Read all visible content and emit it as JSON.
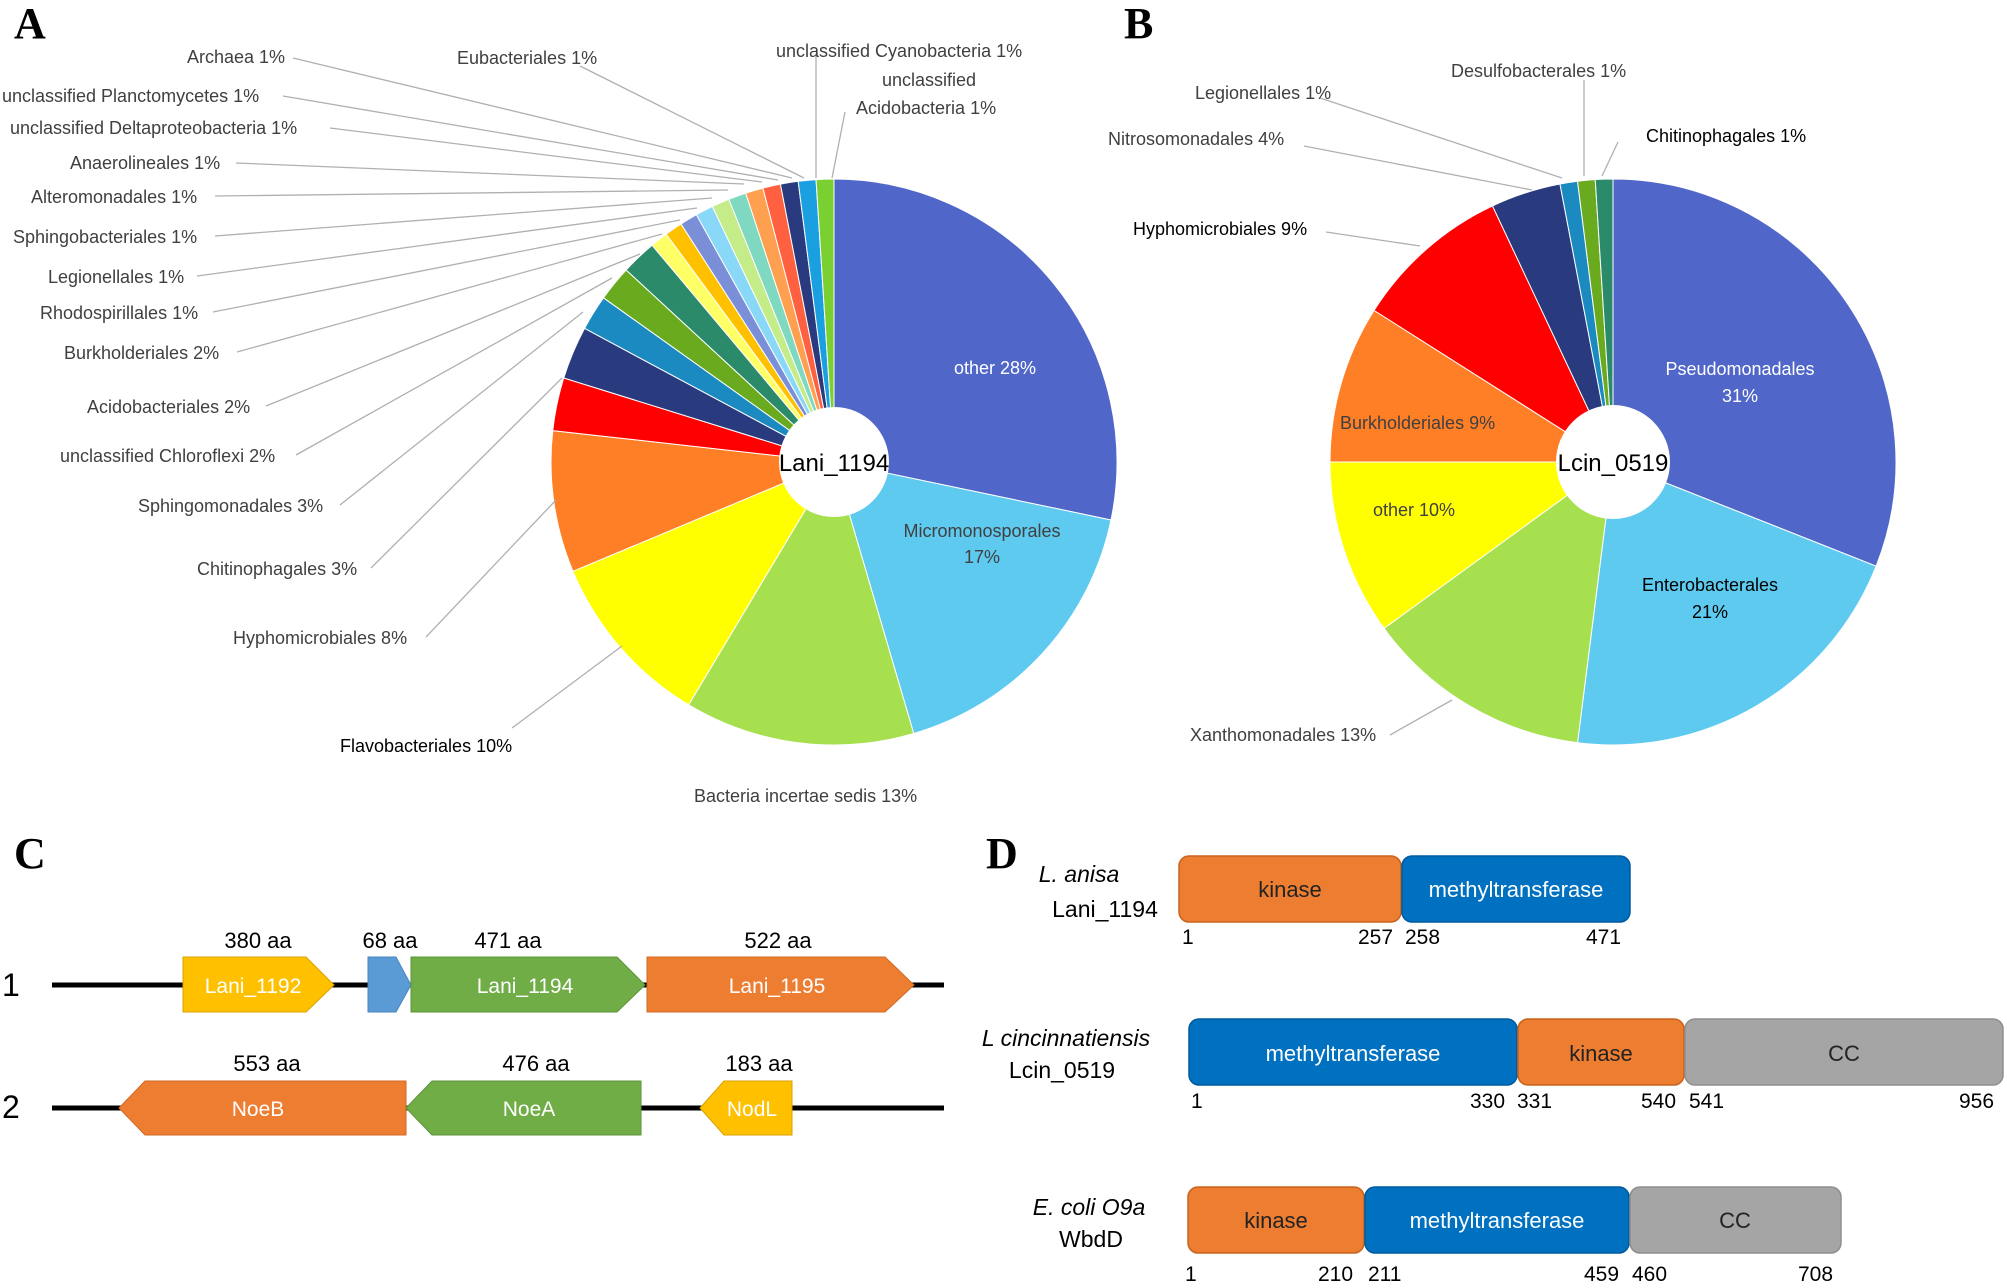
{
  "panels": {
    "a": "A",
    "b": "B",
    "c": "C",
    "d": "D"
  },
  "colors": {
    "other": "#5066C8",
    "micromonosporales": "#5ECAF0",
    "lightgreen": "#A6E04F",
    "yellow": "#FFFF00",
    "orange": "#FF7F27",
    "red": "#FF0000",
    "navy": "#2A3A7E",
    "teal_blue": "#1A8AC0",
    "green": "#6AAA1E",
    "teal": "#2A8A6A",
    "gene_yellow": "#FFC000",
    "gene_blue": "#5B9BD5",
    "gene_green": "#70AD47",
    "gene_orange": "#ED7D31",
    "domain_orange": "#ED7D31",
    "domain_blue": "#0070C0",
    "domain_gray": "#A5A5A5"
  },
  "chart_data": [
    {
      "type": "pie",
      "center_label": "Lani_1194",
      "slices": [
        {
          "label": "other 28%",
          "value": 28,
          "color": "#5066C8"
        },
        {
          "label": "Micromonosporales 17%",
          "value": 17,
          "color": "#5ECAF0"
        },
        {
          "label": "Bacteria incertae sedis 13%",
          "value": 13,
          "color": "#A6E04F"
        },
        {
          "label": "Flavobacteriales 10%",
          "value": 10,
          "color": "#FFFF00"
        },
        {
          "label": "Hyphomicrobiales 8%",
          "value": 8,
          "color": "#FF7F27"
        },
        {
          "label": "Chitinophagales 3%",
          "value": 3,
          "color": "#FF0000"
        },
        {
          "label": "Sphingomonadales 3%",
          "value": 3,
          "color": "#2A3A7E"
        },
        {
          "label": "unclassified Chloroflexi 2%",
          "value": 2,
          "color": "#1A8AC0"
        },
        {
          "label": "Acidobacteriales 2%",
          "value": 2,
          "color": "#6AAA1E"
        },
        {
          "label": "Burkholderiales 2%",
          "value": 2,
          "color": "#2A8A6A"
        },
        {
          "label": "Rhodospirillales 1%",
          "value": 1,
          "color": "#FFFF66"
        },
        {
          "label": "Legionellales 1%",
          "value": 1,
          "color": "#FFC000"
        },
        {
          "label": "Sphingobacteriales 1%",
          "value": 1,
          "color": "#7B8FD8"
        },
        {
          "label": "Alteromonadales 1%",
          "value": 1,
          "color": "#8AD8F8"
        },
        {
          "label": "Anaerolineales 1%",
          "value": 1,
          "color": "#C4EC88"
        },
        {
          "label": "unclassified Deltaproteobacteria 1%",
          "value": 1,
          "color": "#7FD8C0"
        },
        {
          "label": "unclassified Planctomycetes 1%",
          "value": 1,
          "color": "#FFA050"
        },
        {
          "label": "Archaea 1%",
          "value": 1,
          "color": "#FF6040"
        },
        {
          "label": "Eubacteriales 1%",
          "value": 1,
          "color": "#2A3A7E"
        },
        {
          "label": "unclassified Cyanobacteria 1%",
          "value": 1,
          "color": "#1AA0E0"
        },
        {
          "label": "unclassified Acidobacteria 1%",
          "value": 1,
          "color": "#7AD030"
        }
      ]
    },
    {
      "type": "pie",
      "center_label": "Lcin_0519",
      "slices": [
        {
          "label": "Pseudomonadales 31%",
          "value": 31,
          "color": "#5066C8"
        },
        {
          "label": "Enterobacterales 21%",
          "value": 21,
          "color": "#5ECAF0"
        },
        {
          "label": "Xanthomonadales 13%",
          "value": 13,
          "color": "#A6E04F"
        },
        {
          "label": "other 10%",
          "value": 10,
          "color": "#FFFF00"
        },
        {
          "label": "Burkholderiales 9%",
          "value": 9,
          "color": "#FF7F27"
        },
        {
          "label": "Hyphomicrobiales 9%",
          "value": 9,
          "color": "#FF0000"
        },
        {
          "label": "Nitrosomonadales 4%",
          "value": 4,
          "color": "#2A3A7E"
        },
        {
          "label": "Legionellales 1%",
          "value": 1,
          "color": "#1A8AC0"
        },
        {
          "label": "Desulfobacterales 1%",
          "value": 1,
          "color": "#6AAA1E"
        },
        {
          "label": "Chitinophagales 1%",
          "value": 1,
          "color": "#2A8A6A"
        }
      ]
    }
  ],
  "pieA_labels": {
    "archaea": "Archaea 1%",
    "eubacteriales": "Eubacteriales 1%",
    "unc_cyano": "unclassified Cyanobacteria 1%",
    "unc_acido_line1": "unclassified",
    "unc_acido_line2": "Acidobacteria 1%",
    "unc_plancto": "unclassified Planctomycetes 1%",
    "unc_delta": "unclassified Deltaproteobacteria 1%",
    "anaerolineales": "Anaerolineales 1%",
    "alteromonadales": "Alteromonadales 1%",
    "sphingobacteriales": "Sphingobacteriales 1%",
    "legionellales": "Legionellales 1%",
    "rhodospirillales": "Rhodospirillales 1%",
    "burkholderiales": "Burkholderiales 2%",
    "acidobacteriales": "Acidobacteriales 2%",
    "unc_chloroflexi": "unclassified Chloroflexi 2%",
    "sphingomonadales": "Sphingomonadales 3%",
    "chitinophagales": "Chitinophagales 3%",
    "hyphomicrobiales": "Hyphomicrobiales 8%",
    "flavobacteriales": "Flavobacteriales 10%",
    "bacteria_incertae": "Bacteria incertae sedis 13%",
    "other": "other 28%",
    "micromonosporales_line1": "Micromonosporales",
    "micromonosporales_line2": "17%",
    "center": "Lani_1194"
  },
  "pieB_labels": {
    "legionellales": "Legionellales 1%",
    "desulfobacterales": "Desulfobacterales 1%",
    "nitrosomonadales": "Nitrosomonadales 4%",
    "chitinophagales": "Chitinophagales 1%",
    "hyphomicrobiales": "Hyphomicrobiales 9%",
    "burkholderiales": "Burkholderiales 9%",
    "other": "other 10%",
    "pseudomonadales_line1": "Pseudomonadales",
    "pseudomonadales_line2": "31%",
    "enterobacterales_line1": "Enterobacterales",
    "enterobacterales_line2": "21%",
    "xanthomonadales": "Xanthomonadales 13%",
    "center": "Lcin_0519"
  },
  "gene_clusters": {
    "row1": {
      "number": "1",
      "genes": [
        {
          "label": "Lani_1192",
          "size": "380 aa"
        },
        {
          "label": "",
          "size": "68 aa"
        },
        {
          "label": "Lani_1194",
          "size": "471 aa"
        },
        {
          "label": "Lani_1195",
          "size": "522 aa"
        }
      ]
    },
    "row2": {
      "number": "2",
      "genes": [
        {
          "label": "NoeB",
          "size": "553 aa"
        },
        {
          "label": "NoeA",
          "size": "476 aa"
        },
        {
          "label": "NodL",
          "size": "183 aa"
        }
      ]
    }
  },
  "domains": {
    "lani": {
      "species": "L. anisa",
      "protein": "Lani_1194",
      "blocks": [
        {
          "label": "kinase",
          "start": "1",
          "end": "257"
        },
        {
          "label": "methyltransferase",
          "start": "258",
          "end": "471"
        }
      ]
    },
    "lcin": {
      "species": "L cincinnatiensis",
      "protein": "Lcin_0519",
      "blocks": [
        {
          "label": "methyltransferase",
          "start": "1",
          "end": "330"
        },
        {
          "label": "kinase",
          "start": "331",
          "end": "540"
        },
        {
          "label": "CC",
          "start": "541",
          "end": "956"
        }
      ]
    },
    "ecoli": {
      "species": "E. coli O9a",
      "protein": "WbdD",
      "blocks": [
        {
          "label": "kinase",
          "start": "1",
          "end": "210"
        },
        {
          "label": "methyltransferase",
          "start": "211",
          "end": "459"
        },
        {
          "label": "CC",
          "start": "460",
          "end": "708"
        }
      ]
    }
  }
}
